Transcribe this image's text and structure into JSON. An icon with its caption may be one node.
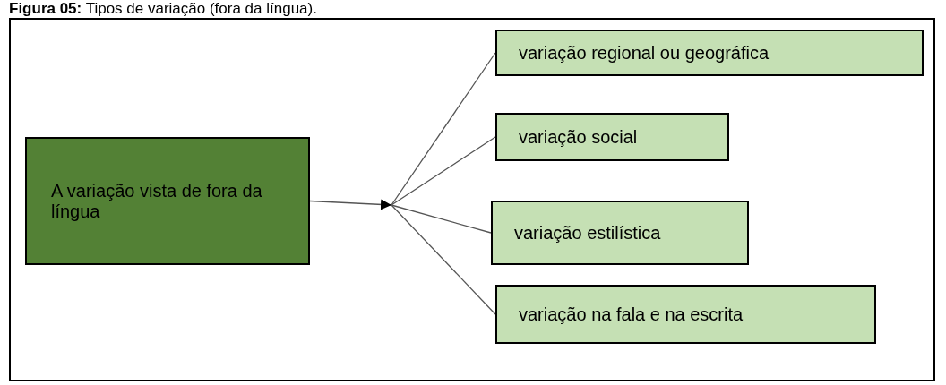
{
  "diagram": {
    "title": "**Figura 05:** Tipos de variação (fora da língua).",
    "nodes": [
      {
        "text": [
          "A variação vista de fora da língua"
        ]
      },
      {
        "text": [
          "variação regional ou geográfica"
        ]
      },
      {
        "text": [
          "variação social"
        ]
      },
      {
        "text": [
          "variação estilística"
        ]
      },
      {
        "text": [
          "variação na fala e na escrita"
        ]
      }
    ],
    "edges": [
      {
        "from": 0,
        "to": null,
        "arrow": "to"
      },
      {
        "from": null,
        "to": 1,
        "arrow": "none"
      },
      {
        "from": null,
        "to": 2,
        "arrow": "none"
      },
      {
        "from": null,
        "to": 3,
        "arrow": "none"
      },
      {
        "from": null,
        "to": 4,
        "arrow": "none"
      }
    ]
  }
}
